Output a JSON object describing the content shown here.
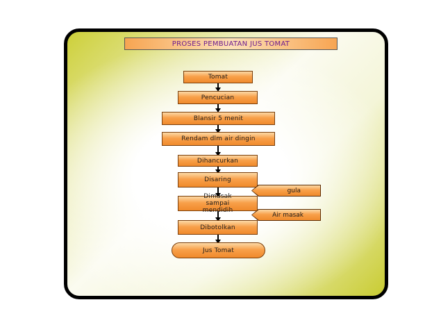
{
  "title": "PROSES PEMBUATAN JUS TOMAT",
  "steps": [
    "Tomat",
    "Pencucian",
    "Blansir 5 menit",
    "Rendam dlm air dingin",
    "Dihancurkan",
    "Disaring",
    "Dimasak sampai mendidih",
    "Dibotolkan",
    "Jus Tomat"
  ],
  "inputs": {
    "gula": "gula",
    "air_masak": "Air masak"
  },
  "colors": {
    "box_fill": "#f8a04a",
    "title_text": "#6d1b8e",
    "background_accent": "#cdd039"
  }
}
